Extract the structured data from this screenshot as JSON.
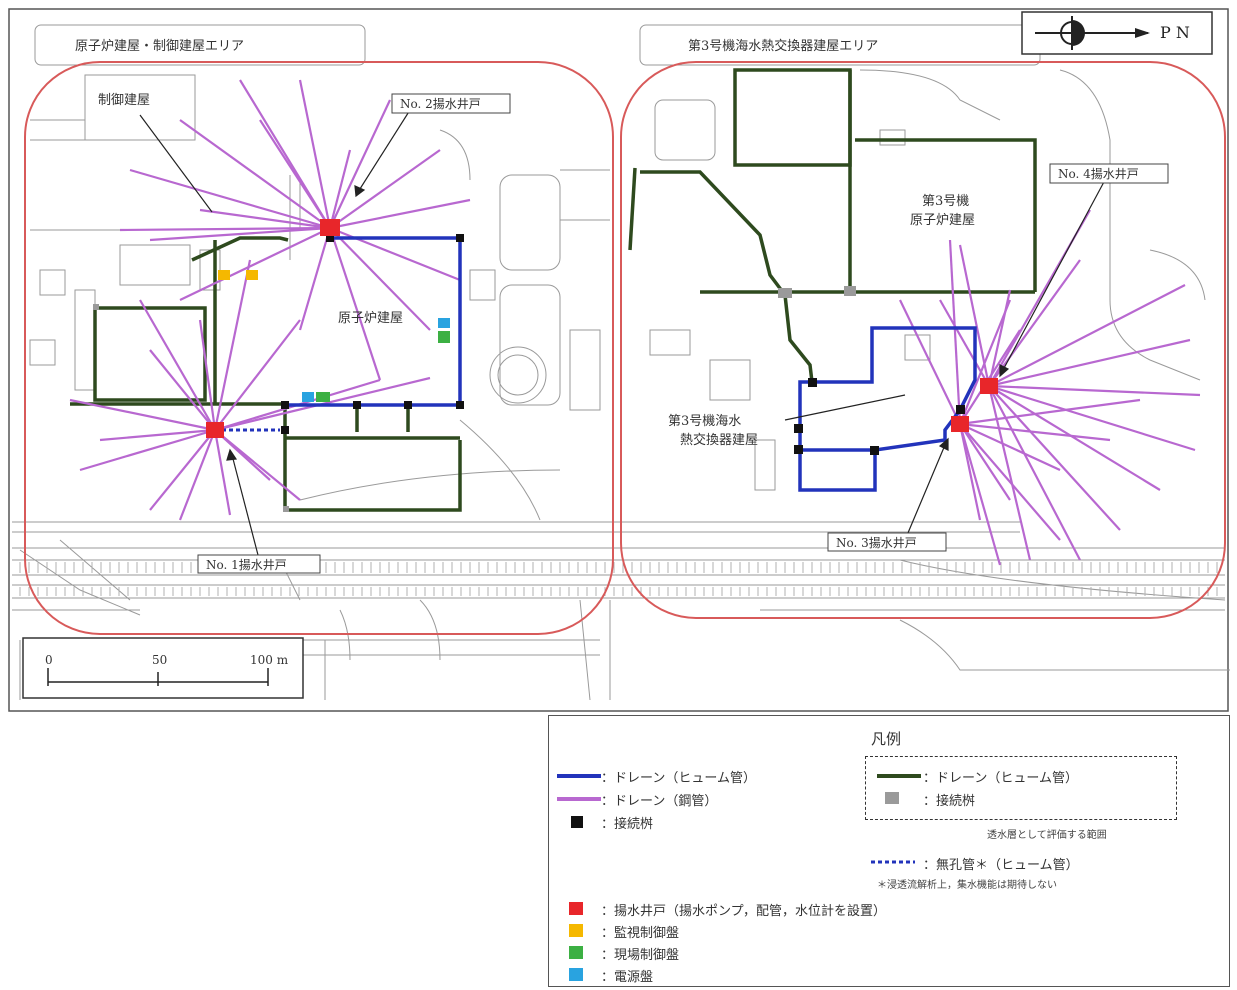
{
  "map": {
    "north_label": "P N",
    "scale": {
      "ticks": [
        "0",
        "50",
        "100 m"
      ]
    },
    "areas": [
      {
        "id": "reactor-control",
        "label": "原子炉建屋・制御建屋エリア"
      },
      {
        "id": "unit3-heat-exchanger",
        "label": "第3号機海水熱交換器建屋エリア"
      }
    ],
    "buildings": {
      "control_building": "制御建屋",
      "reactor_building": "原子炉建屋",
      "unit3_reactor_line1": "第3号機",
      "unit3_reactor_line2": "原子炉建屋",
      "unit3_hx_line1": "第3号機海水",
      "unit3_hx_line2": "熱交換器建屋"
    },
    "wells": [
      {
        "id": "no1",
        "label": "No. 1揚水井戸"
      },
      {
        "id": "no2",
        "label": "No. 2揚水井戸"
      },
      {
        "id": "no3",
        "label": "No. 3揚水井戸"
      },
      {
        "id": "no4",
        "label": "No. 4揚水井戸"
      }
    ]
  },
  "colors": {
    "blue_drain": "#2233bb",
    "purple_drain": "#b868d0",
    "green_drain": "#2e4a1e",
    "area_outline": "#d85a5a",
    "well": "#e8262a",
    "monitor_panel": "#f5b800",
    "field_panel": "#3cb043",
    "power_panel": "#29a3e0",
    "junction": "#111111",
    "junction_gray": "#9a9a9a"
  },
  "legend": {
    "title": "凡例",
    "items": [
      {
        "id": "blue-drain",
        "text": "：ドレーン（ヒューム管）"
      },
      {
        "id": "purple-drain",
        "text": "：ドレーン（鋼管）"
      },
      {
        "id": "black-junction",
        "text": "：接続桝"
      },
      {
        "id": "green-drain",
        "text": "：ドレーン（ヒューム管）"
      },
      {
        "id": "gray-junction",
        "text": "：接続桝"
      },
      {
        "id": "nonperf-pipe",
        "text": "：無孔管＊（ヒューム管）"
      },
      {
        "id": "well",
        "text": "：揚水井戸（揚水ポンプ，配管，水位計を設置）"
      },
      {
        "id": "monitor-panel",
        "text": "：監視制御盤"
      },
      {
        "id": "field-panel",
        "text": "：現場制御盤"
      },
      {
        "id": "power-panel",
        "text": "：電源盤"
      }
    ],
    "range_note": "透水層として評価する範囲",
    "pipe_note": "＊浸透流解析上，集水機能は期待しない"
  }
}
